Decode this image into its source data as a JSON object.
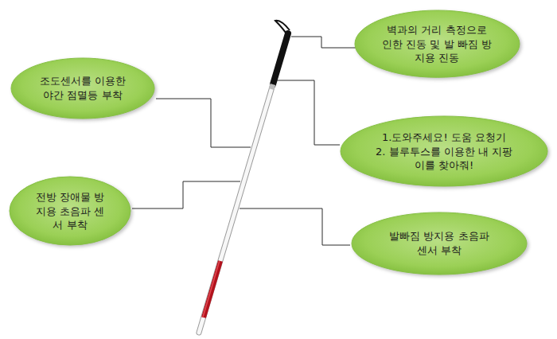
{
  "diagram": {
    "nodes": [
      {
        "text": [
          "벽과의 거리 측정으로 인한 진동 및 발 빠짐 방지용 진동"
        ]
      },
      {
        "text": [
          "조도센서를 이용한 야간 점멸등 부착"
        ]
      },
      {
        "text": [
          "1.도와주세요! 도움 요청기",
          "2. 블루투스를 이용한 내 지팡이를 찾아줘!"
        ]
      },
      {
        "text": [
          "전방 장애물 방지용 초음파 센서 부착"
        ]
      },
      {
        "text": [
          "발빠짐 방지용 초음파 센서 부착"
        ]
      }
    ]
  }
}
